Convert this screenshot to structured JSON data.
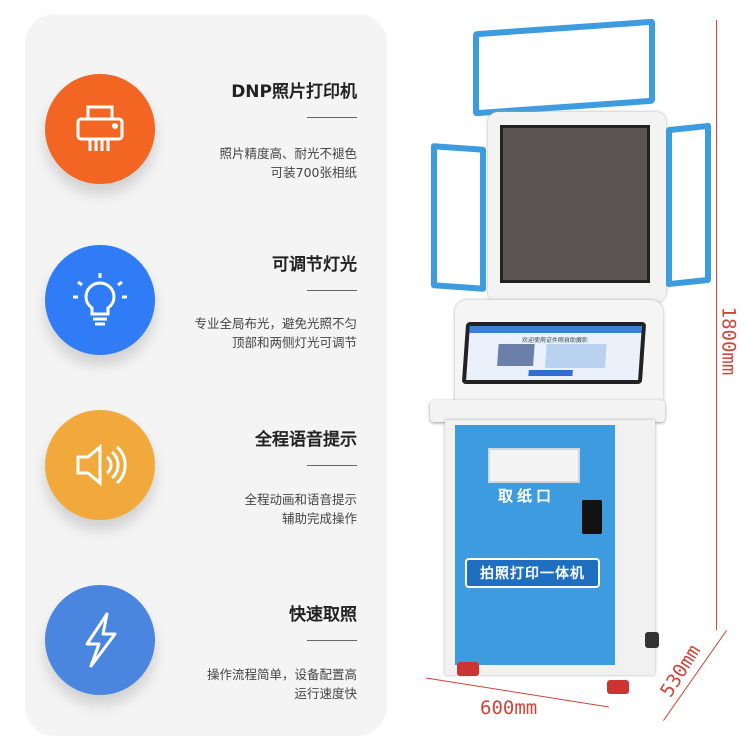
{
  "features": [
    {
      "title": "DNP照片打印机",
      "lines": [
        "照片精度高、耐光不褪色",
        "可装700张相纸"
      ],
      "icon": "printer-icon",
      "color": "#f26522"
    },
    {
      "title": "可调节灯光",
      "lines": [
        "专业全局布光，避免光照不匀",
        "顶部和两侧灯光可调节"
      ],
      "icon": "lightbulb-icon",
      "color": "#2f7cf6"
    },
    {
      "title": "全程语音提示",
      "lines": [
        "全程动画和语音提示",
        "辅助完成操作"
      ],
      "icon": "speaker-icon",
      "color": "#f2a93b"
    },
    {
      "title": "快速取照",
      "lines": [
        "操作流程简单，设备配置高",
        "运行速度快"
      ],
      "icon": "lightning-icon",
      "color": "#4a86e0"
    }
  ],
  "kiosk": {
    "screen_text": "欢迎使用证件照自助摄影",
    "slot_label": "取纸口",
    "product_label": "拍照打印一体机",
    "body_color": "#3d9be0"
  },
  "dimensions": {
    "height": "1800mm",
    "width": "600mm",
    "depth": "530mm"
  }
}
